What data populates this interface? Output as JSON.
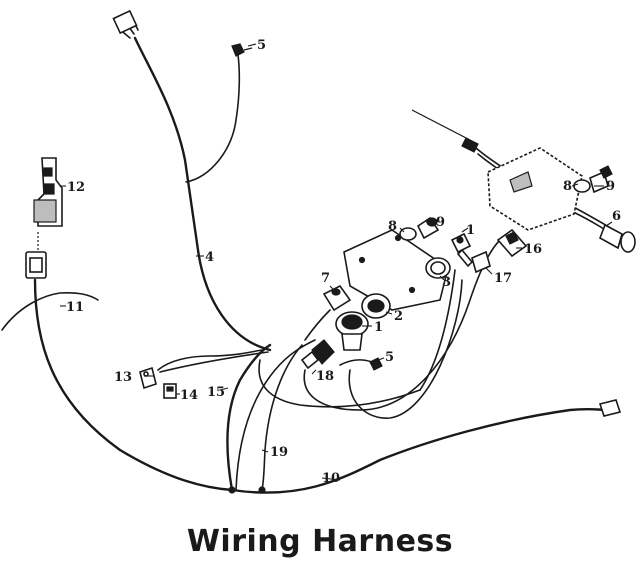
{
  "title": "Wiring Harness",
  "callouts": {
    "c1a": "1",
    "c1b": "1",
    "c2": "2",
    "c3": "3",
    "c4": "4",
    "c5a": "5",
    "c5b": "5",
    "c6": "6",
    "c7": "7",
    "c8a": "8",
    "c8b": "8",
    "c9a": "9",
    "c9b": "9",
    "c10": "10",
    "c11": "11",
    "c12": "12",
    "c13": "13",
    "c14": "14",
    "c15": "15",
    "c16": "16",
    "c17": "17",
    "c18": "18",
    "c19": "19"
  }
}
